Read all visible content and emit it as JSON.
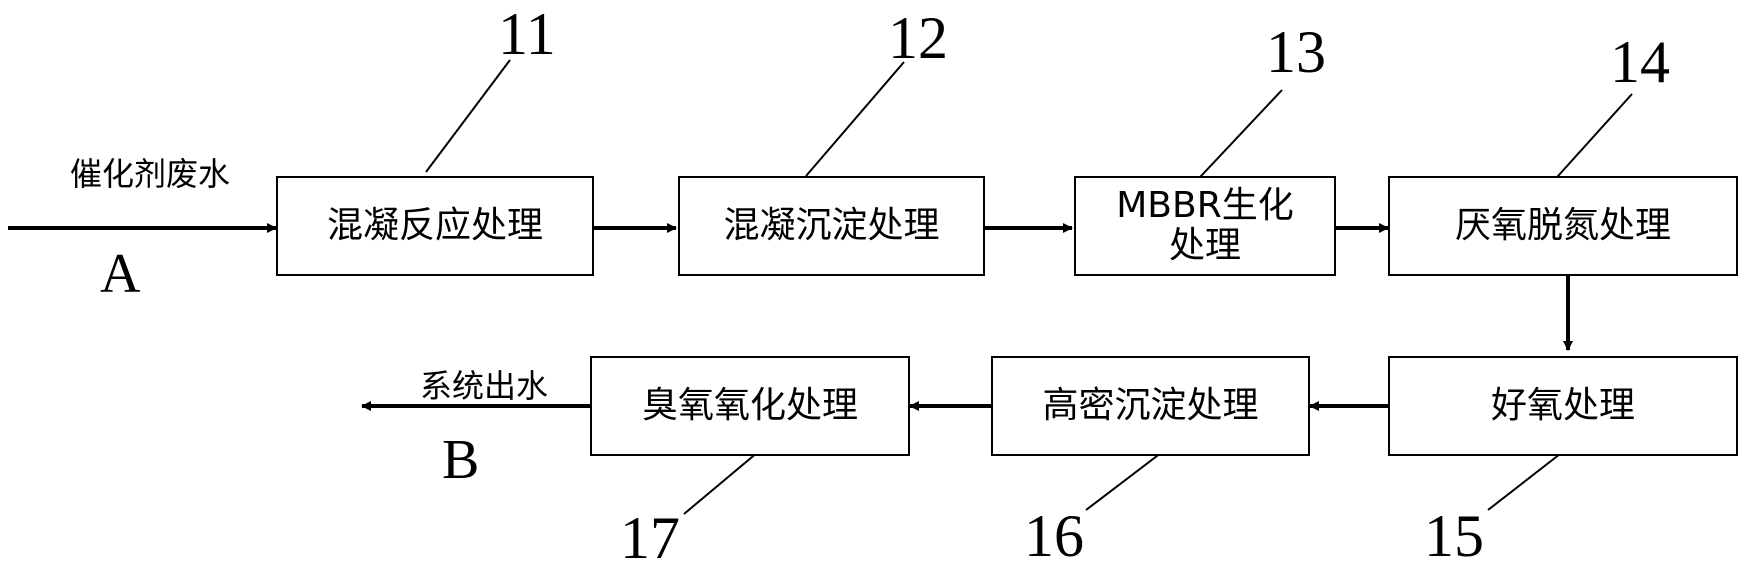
{
  "input": {
    "label": "催化剂废水",
    "letter": "A"
  },
  "output": {
    "label": "系统出水",
    "letter": "B"
  },
  "steps": [
    {
      "num": "11",
      "label": "混凝反应处理"
    },
    {
      "num": "12",
      "label": "混凝沉淀处理"
    },
    {
      "num": "13",
      "label": "MBBR生化处理"
    },
    {
      "num": "14",
      "label": "厌氧脱氮处理"
    },
    {
      "num": "15",
      "label": "好氧处理"
    },
    {
      "num": "16",
      "label": "高密沉淀处理"
    },
    {
      "num": "17",
      "label": "臭氧氧化处理"
    }
  ]
}
